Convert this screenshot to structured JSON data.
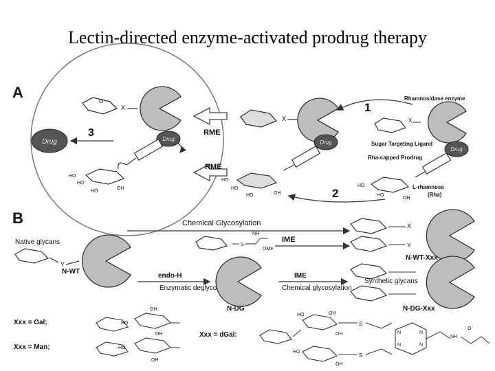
{
  "slide": {
    "title": "Lectin-directed enzyme-activated prodrug therapy"
  },
  "panel_a": {
    "letter": "A",
    "drug": "Drug",
    "rme_top": "RME",
    "rme_bottom": "RME",
    "step1": "1",
    "step2": "2",
    "step3": "3",
    "rhamnosidase": "Rhamnosidase enzyme",
    "sugar_targeting": "Sugar Targeting Ligand",
    "rha_capped": "Rha-capped Prodrug",
    "l_rhamnose": "L-rhamnose",
    "rha": "(Rha)",
    "x": "X",
    "ho": "HO",
    "oh": "OH",
    "o": "O"
  },
  "panel_b": {
    "letter": "B",
    "chemical_glycosylation": "Chemical Glycosylation",
    "native_glycans": "Native glycans",
    "n_wt": "N-WT",
    "ime_top": "IME",
    "nh": "NH",
    "ome": "OMe",
    "n_wt_xxx": "N-WT-Xxx",
    "endo_h": "endo-H",
    "enzymatic_deglycosylation": "Enzymatic deglycosylation",
    "n_dg": "N-DG",
    "ime_bottom": "IME",
    "chemical_glycosylation_2": "Chemical glycosylation",
    "synthetic_glycans": "Synthetic glycans",
    "n_dg_xxx": "N-DG-Xxx",
    "xxx_gal": "Xxx = Gal;",
    "xxx_man": "Xxx = Man;",
    "xxx_dgal": "Xxx = dGal:",
    "x": "X",
    "y": "Y",
    "s": "S",
    "n": "N",
    "nh_amide": "NH",
    "o": "O",
    "oh": "OH",
    "ho": "HO"
  }
}
